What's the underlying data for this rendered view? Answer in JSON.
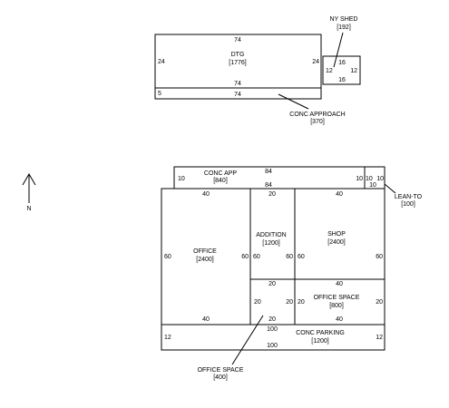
{
  "north": {
    "label": "N"
  },
  "dtg": {
    "name": "DTG",
    "area": "[1776]",
    "top": "74",
    "bottom": "74",
    "left": "24",
    "right": "24"
  },
  "conc_approach": {
    "name": "CONC APPROACH",
    "area": "[370]",
    "length": "74",
    "width": "5"
  },
  "ny_shed": {
    "name": "NY SHED",
    "area": "[192]",
    "top": "16",
    "bottom": "16",
    "left": "12",
    "right": "12"
  },
  "conc_app": {
    "name": "CONC APP",
    "area": "[840]",
    "top": "84",
    "bottom": "84",
    "left": "10",
    "right": "10"
  },
  "lean_to": {
    "name": "LEAN-TO",
    "area": "[100]",
    "left": "10",
    "right": "10",
    "bottom": "10"
  },
  "office": {
    "name": "OFFICE",
    "area": "[2400]",
    "top": "40",
    "bottom": "40",
    "left": "60",
    "right": "60"
  },
  "addition": {
    "name": "ADDITION",
    "area": "[1200]",
    "top": "20",
    "left": "60",
    "right": "60"
  },
  "shop": {
    "name": "SHOP",
    "area": "[2400]",
    "top": "40",
    "right": "60",
    "left": "60"
  },
  "office_space_small": {
    "name": "OFFICE SPACE",
    "area": "[400]",
    "top": "20",
    "left": "20",
    "right": "20",
    "bottom": "20"
  },
  "office_space_large": {
    "name": "OFFICE SPACE",
    "area": "[800]",
    "top": "40",
    "right": "20",
    "left": "20",
    "bottom": "40"
  },
  "conc_parking": {
    "name": "CONC PARKING",
    "area": "[1200]",
    "top": "100",
    "bottom": "100",
    "left": "12",
    "right": "12"
  }
}
